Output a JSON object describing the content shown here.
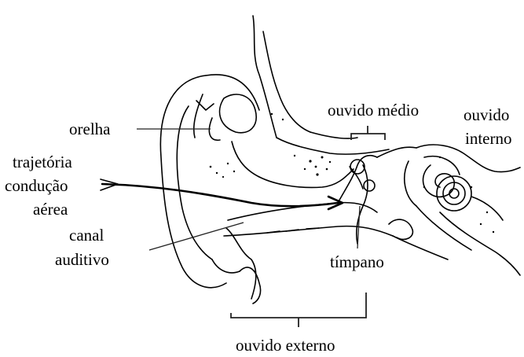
{
  "labels": {
    "orelha": "orelha",
    "trajetoria_1": "trajetória",
    "trajetoria_2": "condução",
    "trajetoria_3": "aérea",
    "canal_1": "canal",
    "canal_2": "auditivo",
    "ouvido_medio": "ouvido médio",
    "ouvido_interno_1": "ouvido",
    "ouvido_interno_2": "interno",
    "timpano": "tímpano",
    "ouvido_externo": "ouvido externo"
  },
  "colors": {
    "ink": "#000000",
    "background": "#ffffff"
  }
}
